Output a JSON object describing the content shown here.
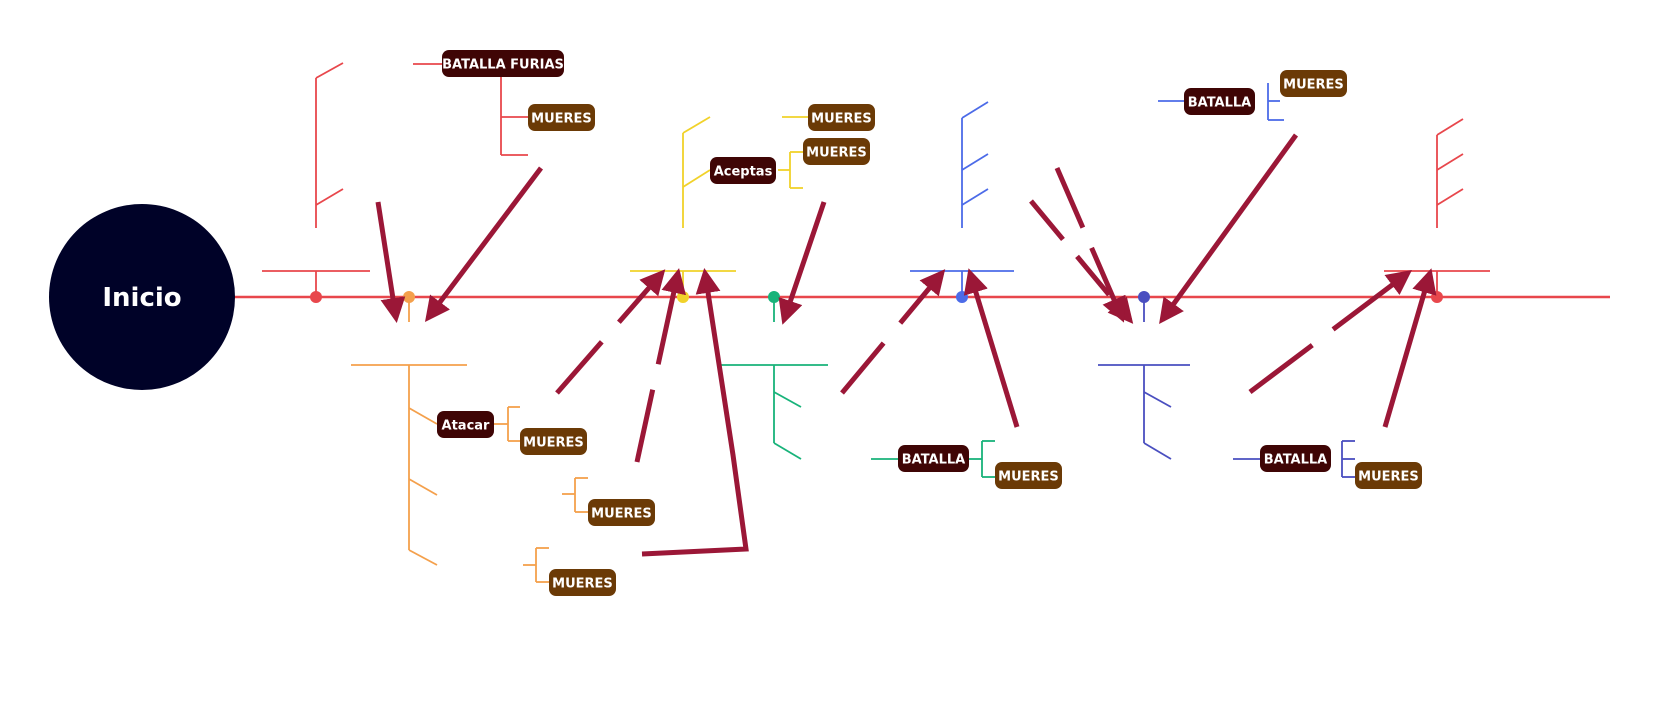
{
  "start": {
    "label": "Inicio",
    "color": "#000228"
  },
  "colors": {
    "spine": "#e8474c",
    "arrow": "#9b1737",
    "tag_dark": "#3f0505",
    "tag_brown": "#6b3a06",
    "red": "#e8474c",
    "orange": "#f4a04c",
    "yellow": "#f1d22a",
    "green": "#18b37a",
    "blue": "#4c6be8",
    "indigo": "#4a4fc0"
  },
  "tags": [
    {
      "id": "batalla-furias",
      "text": "BATALLA FURIAS",
      "kind": "dark"
    },
    {
      "id": "mueres-1",
      "text": "MUERES",
      "kind": "brown"
    },
    {
      "id": "aceptas",
      "text": "Aceptas",
      "kind": "dark"
    },
    {
      "id": "mueres-2",
      "text": "MUERES",
      "kind": "brown"
    },
    {
      "id": "mueres-3",
      "text": "MUERES",
      "kind": "brown"
    },
    {
      "id": "batalla-top",
      "text": "BATALLA",
      "kind": "dark"
    },
    {
      "id": "mueres-4",
      "text": "MUERES",
      "kind": "brown"
    },
    {
      "id": "atacar",
      "text": "Atacar",
      "kind": "dark"
    },
    {
      "id": "mueres-5",
      "text": "MUERES",
      "kind": "brown"
    },
    {
      "id": "mueres-6",
      "text": "MUERES",
      "kind": "brown"
    },
    {
      "id": "mueres-7",
      "text": "MUERES",
      "kind": "brown"
    },
    {
      "id": "batalla-mid",
      "text": "BATALLA",
      "kind": "dark"
    },
    {
      "id": "mueres-8",
      "text": "MUERES",
      "kind": "brown"
    },
    {
      "id": "batalla-right",
      "text": "BATALLA",
      "kind": "dark"
    },
    {
      "id": "mueres-9",
      "text": "MUERES",
      "kind": "brown"
    }
  ]
}
